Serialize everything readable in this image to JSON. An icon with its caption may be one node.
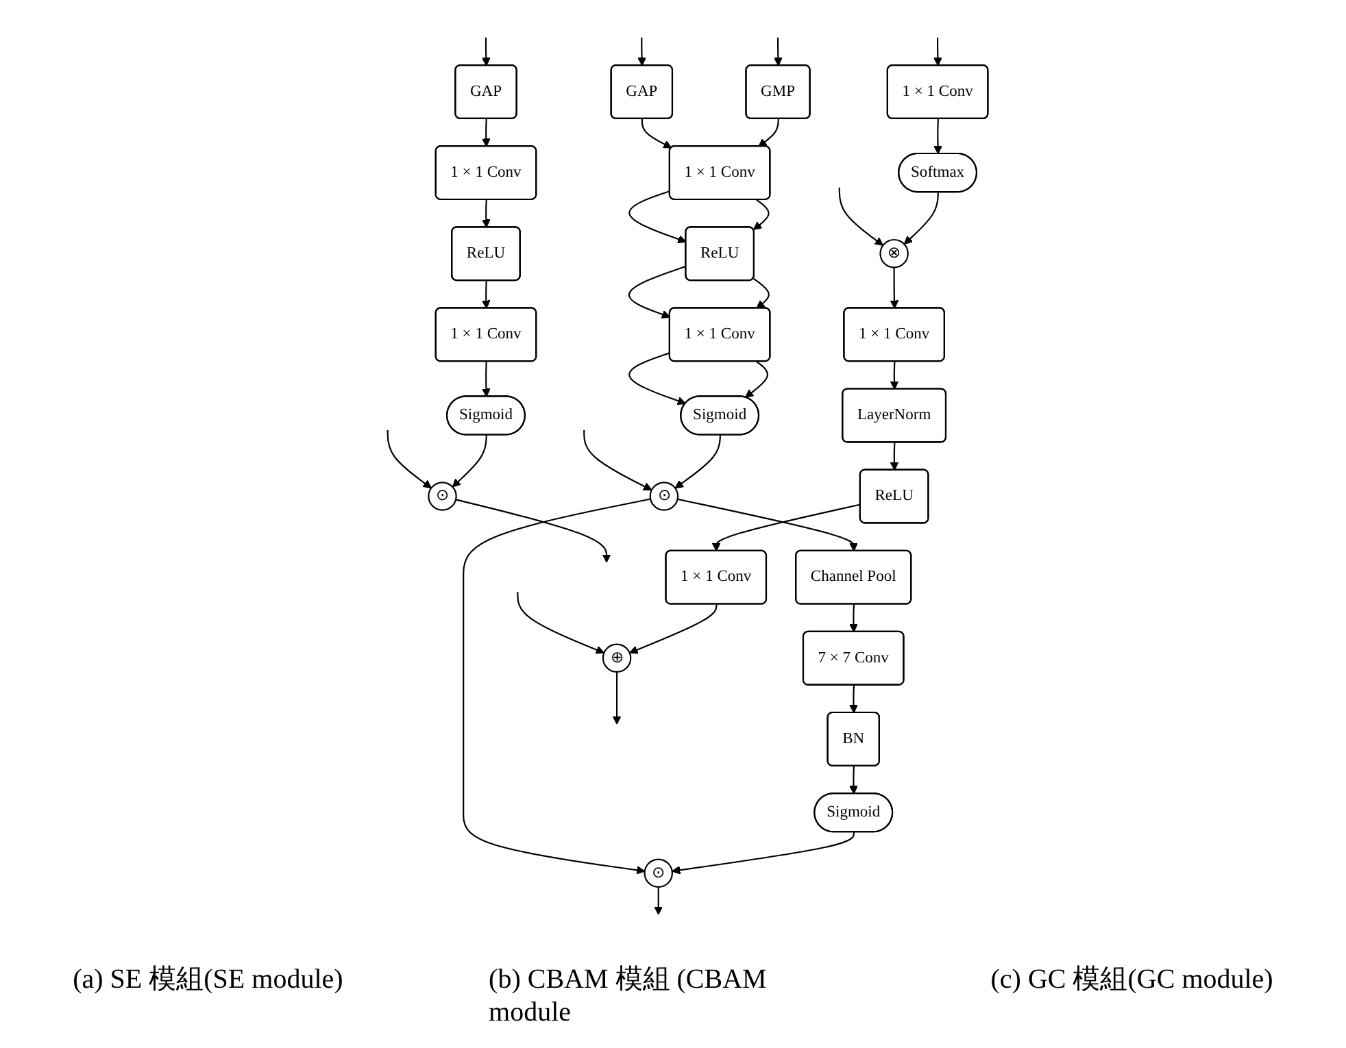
{
  "diagram": {
    "nodes": [
      {
        "text": [
          "GAP"
        ]
      },
      {
        "text": [
          "1 × 1 Conv"
        ]
      },
      {
        "text": [
          "ReLU"
        ]
      },
      {
        "text": [
          "1 × 1 Conv"
        ]
      },
      {
        "text": [
          "Sigmoid"
        ]
      },
      {
        "text": [
          "⊙"
        ]
      },
      {
        "text": [
          "GAP"
        ]
      },
      {
        "text": [
          "GMP"
        ]
      },
      {
        "text": [
          "1 × 1 Conv"
        ]
      },
      {
        "text": [
          "ReLU"
        ]
      },
      {
        "text": [
          "1 × 1 Conv"
        ]
      },
      {
        "text": [
          "Sigmoid"
        ]
      },
      {
        "text": [
          "⊙"
        ]
      },
      {
        "text": [
          "Channel Pool"
        ]
      },
      {
        "text": [
          "7 × 7 Conv"
        ]
      },
      {
        "text": [
          "BN"
        ]
      },
      {
        "text": [
          "Sigmoid"
        ]
      },
      {
        "text": [
          "⊙"
        ]
      },
      {
        "text": [
          "1 × 1 Conv"
        ]
      },
      {
        "text": [
          "Softmax"
        ]
      },
      {
        "text": [
          "⊗"
        ]
      },
      {
        "text": [
          "1 × 1 Conv"
        ]
      },
      {
        "text": [
          "LayerNorm"
        ]
      },
      {
        "text": [
          "ReLU"
        ]
      },
      {
        "text": [
          "1 × 1 Conv"
        ]
      },
      {
        "text": [
          "⊕"
        ]
      }
    ],
    "edges": [
      {
        "from": null,
        "to": 0,
        "arrow": "to"
      },
      {
        "from": null,
        "to": 5,
        "arrow": "to"
      },
      {
        "from": 0,
        "to": 1,
        "arrow": "to"
      },
      {
        "from": 1,
        "to": 2,
        "arrow": "to"
      },
      {
        "from": 2,
        "to": 3,
        "arrow": "to"
      },
      {
        "from": 3,
        "to": 4,
        "arrow": "to"
      },
      {
        "from": 4,
        "to": 5,
        "arrow": "to"
      },
      {
        "from": 5,
        "to": null,
        "arrow": "to"
      },
      {
        "from": null,
        "to": 6,
        "arrow": "to"
      },
      {
        "from": null,
        "to": 7,
        "arrow": "to"
      },
      {
        "from": null,
        "to": 12,
        "arrow": "to"
      },
      {
        "from": 6,
        "to": 8,
        "arrow": "to"
      },
      {
        "from": 7,
        "to": 8,
        "arrow": "to"
      },
      {
        "from": 8,
        "to": 9,
        "arrow": "to"
      },
      {
        "from": 8,
        "to": 9,
        "arrow": "to"
      },
      {
        "from": 9,
        "to": 10,
        "arrow": "to"
      },
      {
        "from": 9,
        "to": 10,
        "arrow": "to"
      },
      {
        "from": 10,
        "to": 11,
        "arrow": "to"
      },
      {
        "from": 10,
        "to": 11,
        "arrow": "to"
      },
      {
        "from": 11,
        "to": 12,
        "arrow": "to"
      },
      {
        "from": 12,
        "to": 13,
        "arrow": "to"
      },
      {
        "from": 12,
        "to": 17,
        "arrow": "to"
      },
      {
        "from": 13,
        "to": 14,
        "arrow": "to"
      },
      {
        "from": 14,
        "to": 15,
        "arrow": "to"
      },
      {
        "from": 15,
        "to": 16,
        "arrow": "to"
      },
      {
        "from": 16,
        "to": 17,
        "arrow": "to"
      },
      {
        "from": 17,
        "to": null,
        "arrow": "to"
      },
      {
        "from": null,
        "to": 18,
        "arrow": "to"
      },
      {
        "from": null,
        "to": 20,
        "arrow": "to"
      },
      {
        "from": null,
        "to": 25,
        "arrow": "to"
      },
      {
        "from": 18,
        "to": 19,
        "arrow": "to"
      },
      {
        "from": 19,
        "to": 20,
        "arrow": "to"
      },
      {
        "from": 20,
        "to": 21,
        "arrow": "to"
      },
      {
        "from": 21,
        "to": 22,
        "arrow": "to"
      },
      {
        "from": 22,
        "to": 23,
        "arrow": "to"
      },
      {
        "from": 23,
        "to": 24,
        "arrow": "to"
      },
      {
        "from": 24,
        "to": 25,
        "arrow": "to"
      },
      {
        "from": 25,
        "to": null,
        "arrow": "to"
      }
    ],
    "labels": [
      "(a) SE 模組(SE module)",
      "(b) CBAM 模組 (CBAM module",
      "(c) GC 模組(GC module)"
    ]
  }
}
